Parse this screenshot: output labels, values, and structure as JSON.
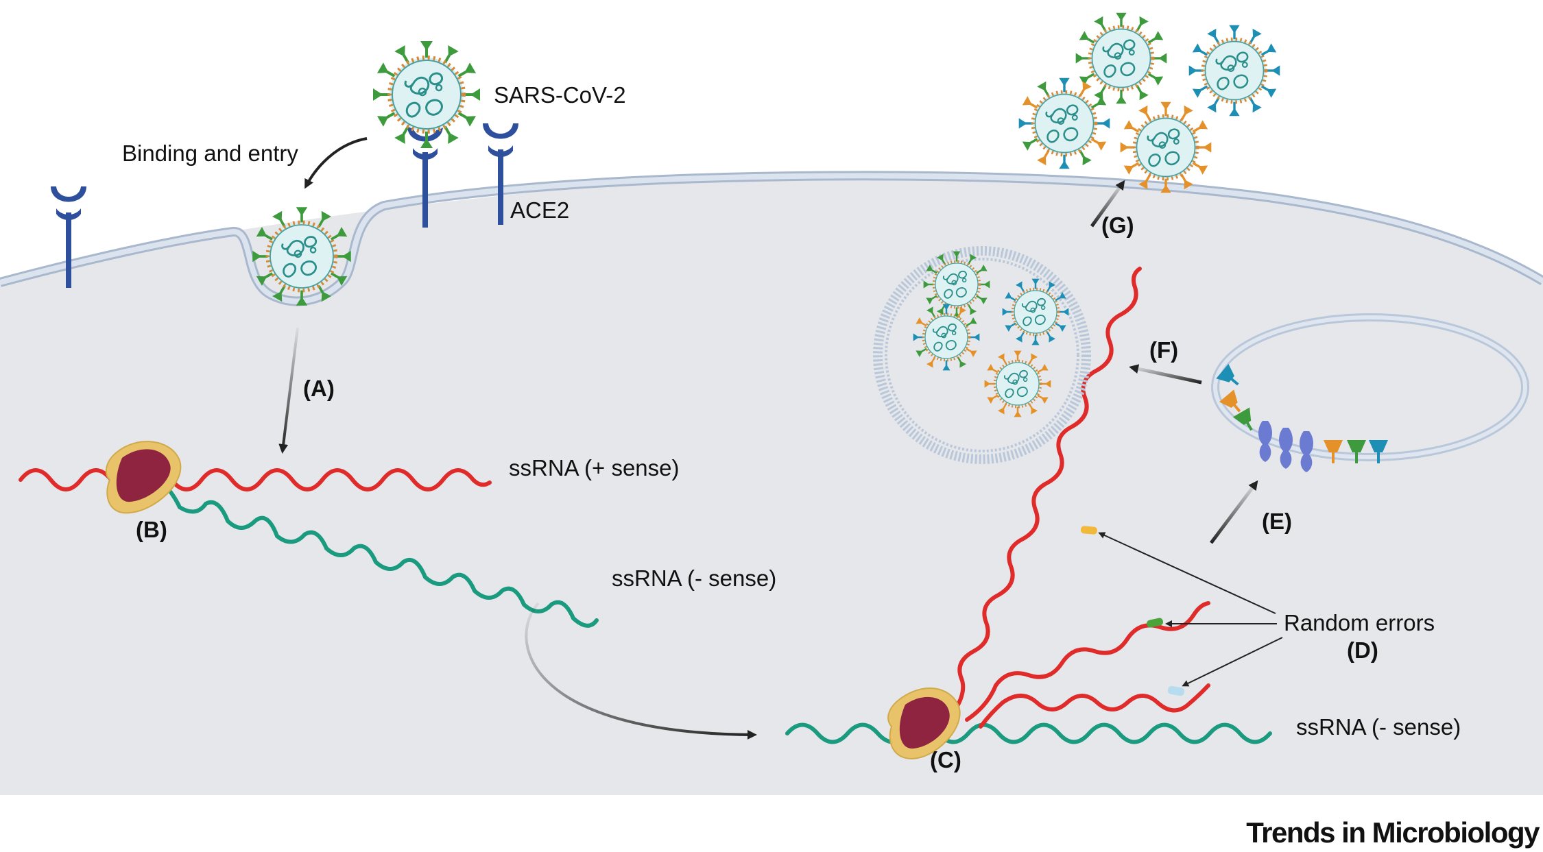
{
  "labels": {
    "virus": "SARS-CoV-2",
    "binding": "Binding and entry",
    "receptor": "ACE2",
    "step_a": "(A)",
    "step_b": "(B)",
    "step_c": "(C)",
    "step_d": "(D)",
    "step_e": "(E)",
    "step_f": "(F)",
    "step_g": "(G)",
    "rna_plus": "ssRNA (+ sense)",
    "rna_minus_1": "ssRNA (- sense)",
    "rna_minus_2": "ssRNA (- sense)",
    "random_errors": "Random errors"
  },
  "footer": {
    "brand": "Trends in Microbiology"
  },
  "colors": {
    "cytoplasm": "#e6e7ea",
    "membrane": "#b9c7da",
    "rna_plus": "#e02b2b",
    "rna_minus": "#1a9a7e",
    "receptor": "#2d4f9c",
    "ribosome": "#8e2440",
    "ribosome_shell": "#e8c36a"
  }
}
